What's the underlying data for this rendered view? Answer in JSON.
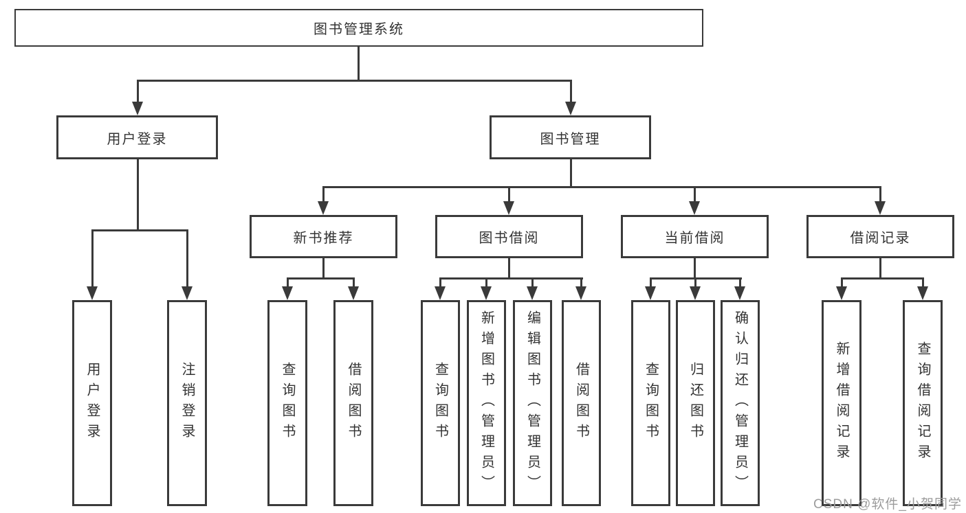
{
  "diagram": {
    "tree": {
      "label": "图书管理系统",
      "children": [
        {
          "label": "用户登录",
          "children": [
            {
              "label": "用户登录"
            },
            {
              "label": "注销登录"
            }
          ]
        },
        {
          "label": "图书管理",
          "children": [
            {
              "label": "新书推荐",
              "children": [
                {
                  "label": "查询图书"
                },
                {
                  "label": "借阅图书"
                }
              ]
            },
            {
              "label": "图书借阅",
              "children": [
                {
                  "label": "查询图书"
                },
                {
                  "label": "新增图书（管理员）"
                },
                {
                  "label": "编辑图书（管理员）"
                },
                {
                  "label": "借阅图书"
                }
              ]
            },
            {
              "label": "当前借阅",
              "children": [
                {
                  "label": "查询图书"
                },
                {
                  "label": "归还图书"
                },
                {
                  "label": "确认归还（管理员）"
                }
              ]
            },
            {
              "label": "借阅记录",
              "children": [
                {
                  "label": "新增借阅记录"
                },
                {
                  "label": "查询借阅记录"
                }
              ]
            }
          ]
        }
      ]
    }
  },
  "watermark": {
    "text": "CSDN @软件_小贺同学"
  },
  "colors": {
    "line": "#3a3a3a",
    "text": "#333333",
    "background": "#ffffff",
    "watermark": "#9c9c9c"
  }
}
